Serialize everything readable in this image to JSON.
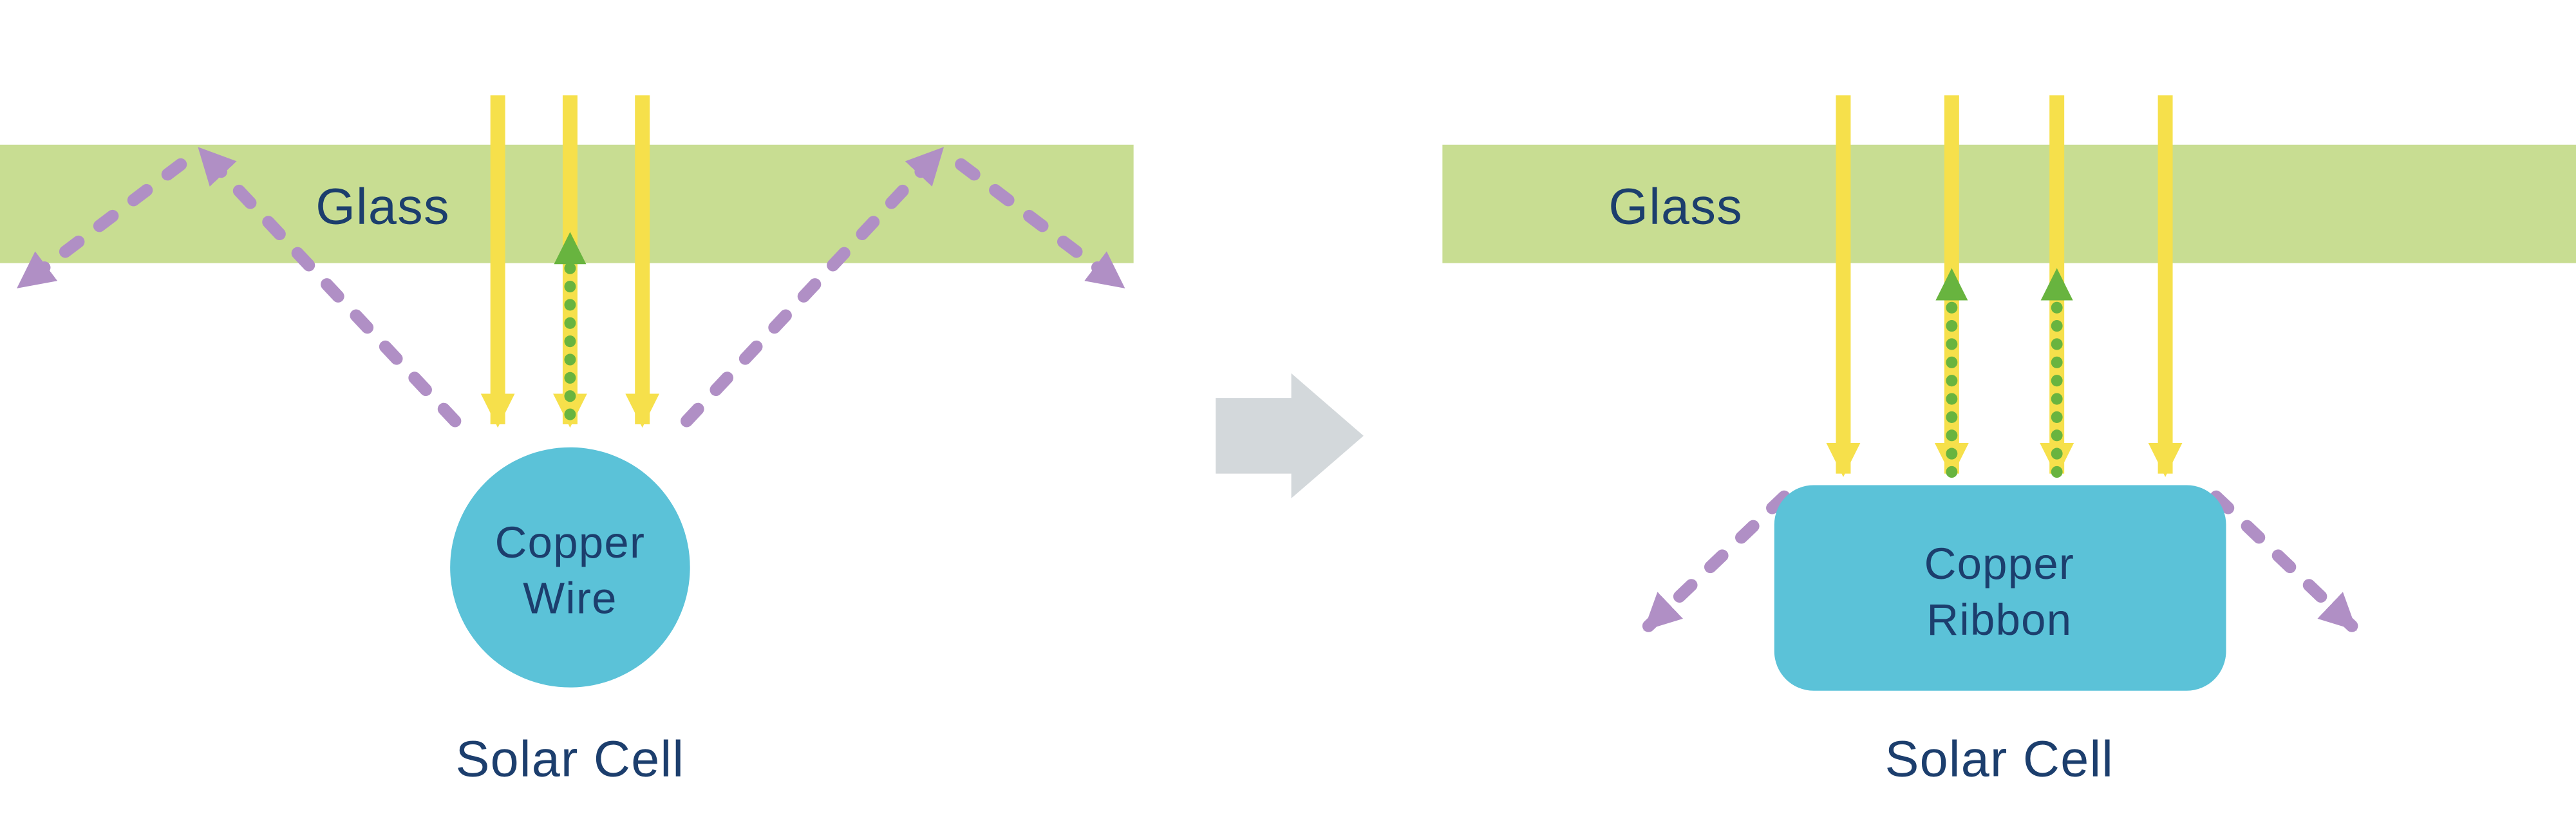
{
  "colors": {
    "glass": "#c8dd92",
    "sunlight_yellow": "#f6e04b",
    "absorbed_green": "#68b43f",
    "reflected_purple": "#b08fc5",
    "copper_blue": "#5bc2d8",
    "label_navy": "#1c3e6d",
    "transition_gray": "#d3d8db"
  },
  "icons": {
    "sunlight_ray": "solid-down-arrow",
    "absorbed_ray": "dotted-up-arrow",
    "reflected_ray": "dashed-diagonal-arrow",
    "transition": "right-block-arrow"
  },
  "left_panel": {
    "glass_label": "Glass",
    "component_line1": "Copper",
    "component_line2": "Wire",
    "cell_label": "Solar Cell"
  },
  "right_panel": {
    "glass_label": "Glass",
    "component_line1": "Copper",
    "component_line2": "Ribbon",
    "cell_label": "Solar Cell"
  }
}
